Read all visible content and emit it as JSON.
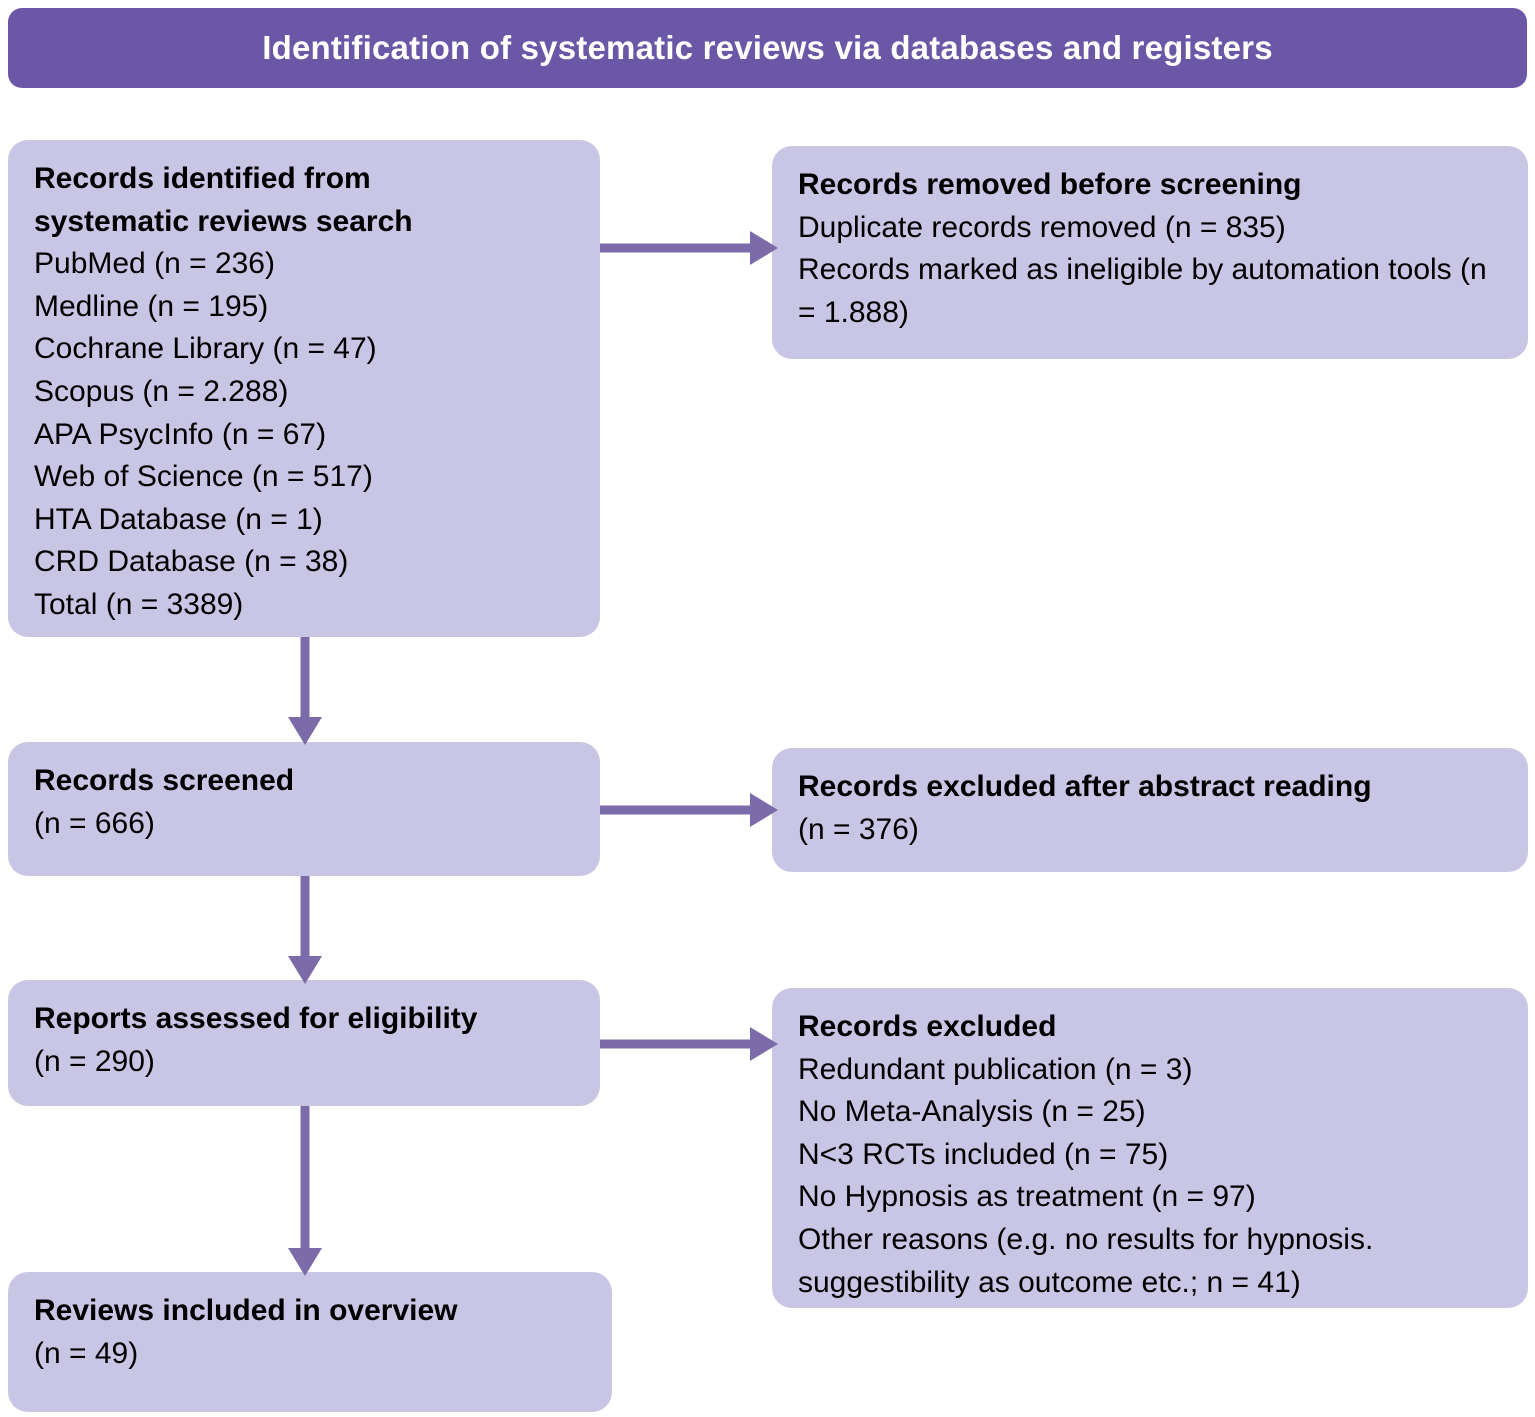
{
  "header": {
    "title": "Identification of systematic reviews via databases and registers",
    "bar_color": "#6a57a5",
    "text_color": "#ffffff"
  },
  "theme": {
    "box_fill": "#c9c5e5",
    "arrow_color": "#7b6ba8",
    "text_color": "#000000",
    "page_background": "#ffffff"
  },
  "boxes": {
    "identified": {
      "heading_line1": "Records identified from",
      "heading_line2": "systematic reviews search",
      "lines": [
        "PubMed (n = 236)",
        "Medline (n = 195)",
        "Cochrane Library (n = 47)",
        "Scopus (n = 2.288)",
        "APA PsycInfo (n = 67)",
        "Web of Science (n = 517)",
        "HTA Database (n = 1)",
        "CRD Database (n = 38)",
        "Total (n = 3389)"
      ]
    },
    "removed_before_screening": {
      "heading": "Records removed before screening",
      "lines": [
        "Duplicate records removed (n = 835)",
        "Records marked as ineligible by automation tools (n = 1.888)"
      ]
    },
    "records_screened": {
      "heading": "Records screened",
      "lines": [
        "(n = 666)"
      ]
    },
    "excluded_after_abstract": {
      "heading": "Records excluded after abstract reading",
      "lines": [
        "(n = 376)"
      ]
    },
    "reports_assessed": {
      "heading": "Reports assessed for eligibility",
      "lines": [
        "(n = 290)"
      ]
    },
    "records_excluded": {
      "heading": "Records excluded",
      "lines": [
        "Redundant publication (n = 3)",
        "No Meta-Analysis (n = 25)",
        "N<3 RCTs included (n = 75)",
        "No Hypnosis as treatment (n = 97)",
        "Other reasons (e.g. no results for hypnosis. suggestibility as outcome etc.; n = 41)"
      ]
    },
    "reviews_included": {
      "heading": "Reviews included in overview",
      "lines": [
        "(n = 49)"
      ]
    }
  },
  "flow": {
    "arrows": [
      {
        "name": "identified-to-removed",
        "direction": "right"
      },
      {
        "name": "identified-to-screened",
        "direction": "down"
      },
      {
        "name": "screened-to-excluded-abstract",
        "direction": "right"
      },
      {
        "name": "screened-to-eligibility",
        "direction": "down"
      },
      {
        "name": "eligibility-to-excluded",
        "direction": "right"
      },
      {
        "name": "eligibility-to-included",
        "direction": "down"
      }
    ]
  }
}
